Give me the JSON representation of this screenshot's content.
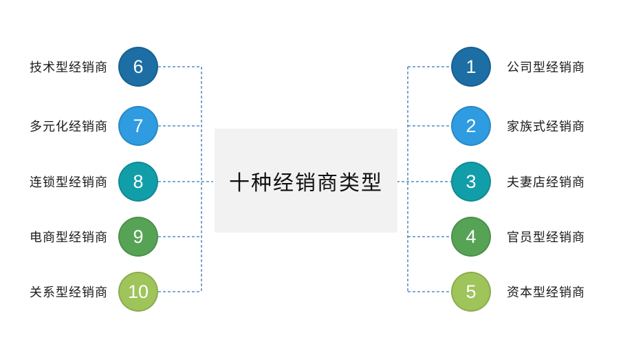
{
  "title": {
    "text": "十种经销商类型"
  },
  "colors": {
    "connector": "#2E75B6",
    "center_box_bg": "#F2F2F2",
    "label_text": "#1A1A1A",
    "number_text": "#FFFFFF",
    "dark_blue": "#1C6EA4",
    "bright_blue": "#2F9BE0",
    "teal": "#129EA9",
    "green": "#57A355",
    "lime": "#9EC45A"
  },
  "left_items": [
    {
      "number": "6",
      "label": "技术型经销商",
      "color": "#1C6EA4"
    },
    {
      "number": "7",
      "label": "多元化经销商",
      "color": "#2F9BE0"
    },
    {
      "number": "8",
      "label": "连锁型经销商",
      "color": "#129EA9"
    },
    {
      "number": "9",
      "label": "电商型经销商",
      "color": "#57A355"
    },
    {
      "number": "10",
      "label": "关系型经销商",
      "color": "#9EC45A"
    }
  ],
  "right_items": [
    {
      "number": "1",
      "label": "公司型经销商",
      "color": "#1C6EA4"
    },
    {
      "number": "2",
      "label": "家族式经销商",
      "color": "#2F9BE0"
    },
    {
      "number": "3",
      "label": "夫妻店经销商",
      "color": "#129EA9"
    },
    {
      "number": "4",
      "label": "官员型经销商",
      "color": "#57A355"
    },
    {
      "number": "5",
      "label": "资本型经销商",
      "color": "#9EC45A"
    }
  ]
}
